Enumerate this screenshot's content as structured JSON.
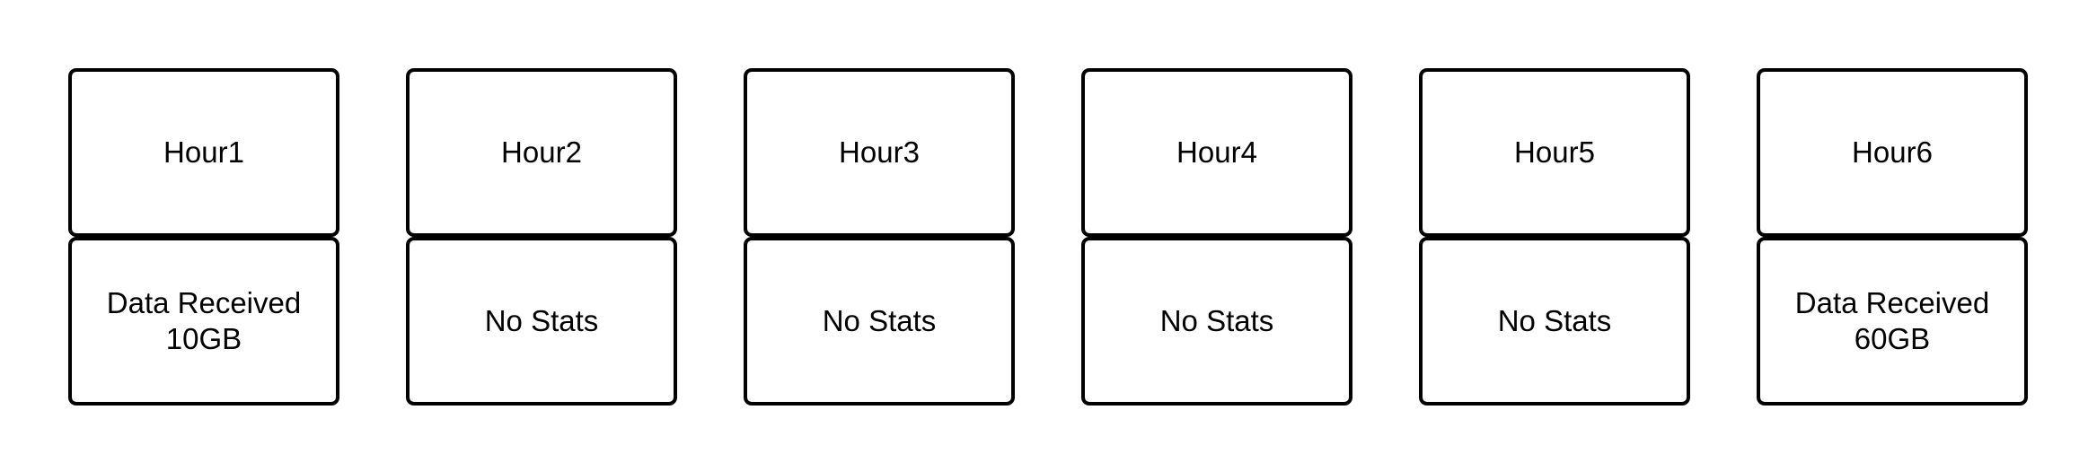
{
  "hours": [
    {
      "label": "Hour1",
      "status": "Data Received\n10GB"
    },
    {
      "label": "Hour2",
      "status": "No Stats"
    },
    {
      "label": "Hour3",
      "status": "No Stats"
    },
    {
      "label": "Hour4",
      "status": "No Stats"
    },
    {
      "label": "Hour5",
      "status": "No Stats"
    },
    {
      "label": "Hour6",
      "status": "Data Received\n60GB"
    }
  ]
}
